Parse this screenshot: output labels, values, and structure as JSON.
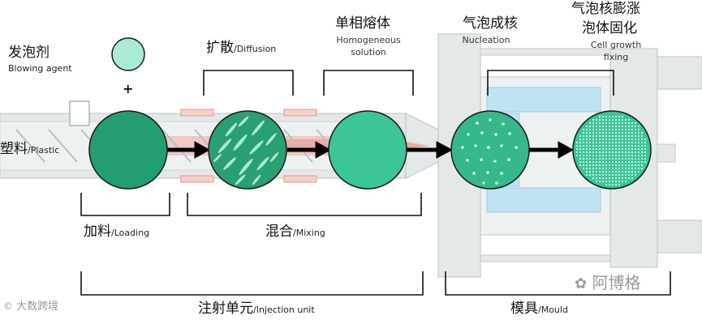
{
  "labels": {
    "blowing_agent_cn": "发泡剂",
    "blowing_agent_en": "Blowing agent",
    "plus": "+",
    "plastic_cn": "塑料",
    "plastic_en": "/Plastic",
    "diffusion_cn": "扩散",
    "diffusion_en": "/Diffusion",
    "homogeneous_cn": "单相熔体",
    "homogeneous_en_1": "Homogeneous",
    "homogeneous_en_2": "solution",
    "nucleation_cn": "气泡成核",
    "nucleation_en": "Nucleation",
    "growth_cn_1": "气泡核膨涨",
    "growth_cn_2": "泡体固化",
    "growth_en_1": "Cell growth",
    "growth_en_2": "fixing",
    "loading_cn": "加料",
    "loading_en": "/Loading",
    "mixing_cn": "混合",
    "mixing_en": "/Mixing",
    "injection_cn": "注射单元",
    "injection_en": "/Injection unit",
    "mould_cn": "模具",
    "mould_en": "/Mould"
  },
  "watermarks": {
    "left": "大数跨境",
    "right": "阿博格"
  },
  "colors": {
    "circle_dark": "#239e6e",
    "circle_mid": "#2fb385",
    "circle_light": "#3cc596",
    "blowing_agent": "#a8ecd3",
    "arrow": "#000000",
    "machine_fill": "#e4e8e9",
    "machine_line": "#c4cacc",
    "mould_blue": "#bfe3f3",
    "barrel_red": "#e4968a"
  }
}
